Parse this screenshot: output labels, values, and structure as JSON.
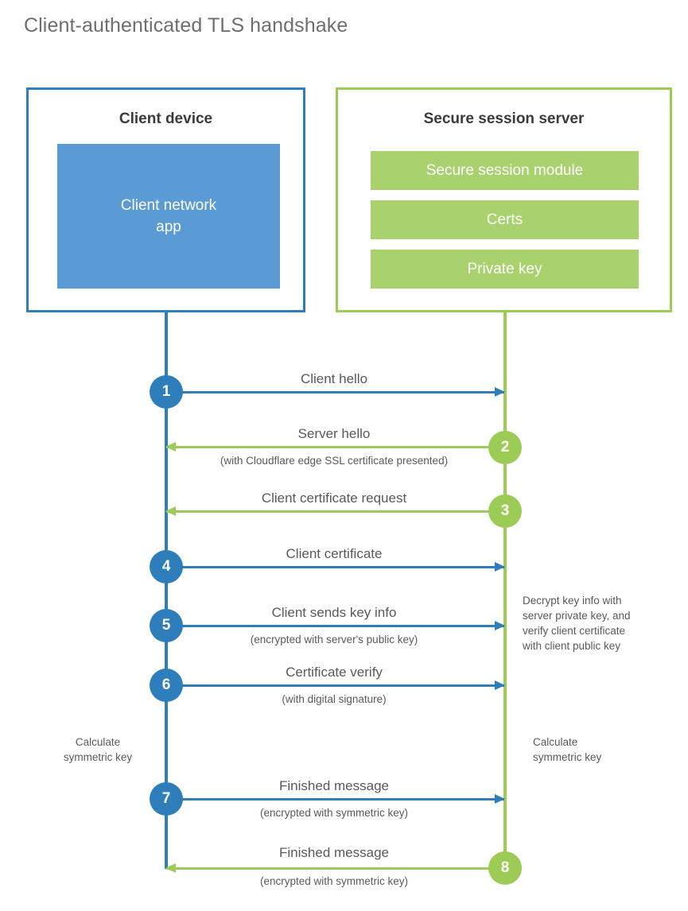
{
  "title": "Client-authenticated TLS handshake",
  "colors": {
    "client_blue": "#2e7ebb",
    "client_app_blue": "#5b9bd5",
    "server_green": "#9ccc55",
    "module_green": "#a9d26e",
    "text_gray": "#58595b",
    "title_gray": "#6d6e71"
  },
  "client": {
    "title": "Client device",
    "app_line1": "Client network",
    "app_line2": "app"
  },
  "server": {
    "title": "Secure session server",
    "modules": [
      {
        "label": "Secure session module"
      },
      {
        "label": "Certs"
      },
      {
        "label": "Private key"
      }
    ]
  },
  "steps": [
    {
      "number": "1",
      "label": "Client hello",
      "sub": "",
      "direction": "client-to-server",
      "origin": "client"
    },
    {
      "number": "2",
      "label": "Server hello",
      "sub": "(with Cloudflare edge SSL certificate presented)",
      "direction": "server-to-client",
      "origin": "server"
    },
    {
      "number": "3",
      "label": "Client certificate request",
      "sub": "",
      "direction": "server-to-client",
      "origin": "server"
    },
    {
      "number": "4",
      "label": "Client certificate",
      "sub": "",
      "direction": "client-to-server",
      "origin": "client"
    },
    {
      "number": "5",
      "label": "Client sends key info",
      "sub": "(encrypted with server's public key)",
      "direction": "client-to-server",
      "origin": "client"
    },
    {
      "number": "6",
      "label": "Certificate verify",
      "sub": "(with digital signature)",
      "direction": "client-to-server",
      "origin": "client"
    },
    {
      "number": "7",
      "label": "Finished message",
      "sub": "(encrypted with symmetric key)",
      "direction": "client-to-server",
      "origin": "client"
    },
    {
      "number": "8",
      "label": "Finished message",
      "sub": "(encrypted with symmetric key)",
      "direction": "server-to-client",
      "origin": "server"
    }
  ],
  "notes": {
    "server_decrypt_line1": "Decrypt key info with",
    "server_decrypt_line2": "server private key, and",
    "server_decrypt_line3": "verify client certificate",
    "server_decrypt_line4": "with client public key",
    "client_calc_line1": "Calculate",
    "client_calc_line2": "symmetric key",
    "server_calc_line1": "Calculate",
    "server_calc_line2": "symmetric key"
  }
}
